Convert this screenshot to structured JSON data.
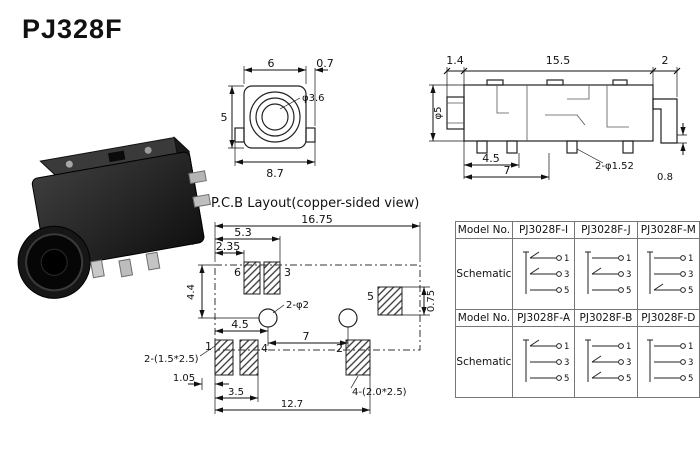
{
  "title": "PJ328F",
  "top_view": {
    "dim_width": "6",
    "dim_offset": "0.7",
    "dim_hole": "φ3.6",
    "dim_height": "5",
    "dim_total": "8.7"
  },
  "side_view": {
    "dim_left": "1.4",
    "dim_body": "15.5",
    "dim_right": "2",
    "dim_dia": "φ5",
    "dim_pin1": "4.5",
    "dim_pin2": "7",
    "dim_holes": "2-φ1.52",
    "dim_foot": "0.8"
  },
  "pcb": {
    "heading": "P.C.B Layout(copper-sided view)",
    "dim_total": "16.75",
    "dim_53": "5.3",
    "dim_235": "2.35",
    "dim_44": "4.4",
    "dim_holes": "2-φ2",
    "dim_45": "4.5",
    "dim_7": "7",
    "dim_075": "0.75",
    "dim_105": "1.05",
    "dim_35": "3.5",
    "dim_127": "12.7",
    "label_small_pads": "2-(1.5*2.5)",
    "label_large_pads": "4-(2.0*2.5)",
    "pad6": "6",
    "pad3": "3",
    "pad5": "5",
    "pad1": "1",
    "pad4": "4",
    "pad2": "2"
  },
  "table": {
    "model_label": "Model No.",
    "schematic_label": "Schematic",
    "rows": [
      {
        "models": [
          "PJ3028F-I",
          "PJ3028F-J",
          "PJ3028F-M"
        ],
        "pins": [
          [
            "1",
            "3",
            "5"
          ],
          [
            "1",
            "3",
            "5"
          ],
          [
            "1",
            "3",
            "5"
          ]
        ]
      },
      {
        "models": [
          "PJ3028F-A",
          "PJ3028F-B",
          "PJ3028F-D"
        ],
        "pins": [
          [
            "1",
            "3",
            "5"
          ],
          [
            "1",
            "3",
            "5"
          ],
          [
            "1",
            "3",
            "5"
          ]
        ]
      }
    ]
  }
}
